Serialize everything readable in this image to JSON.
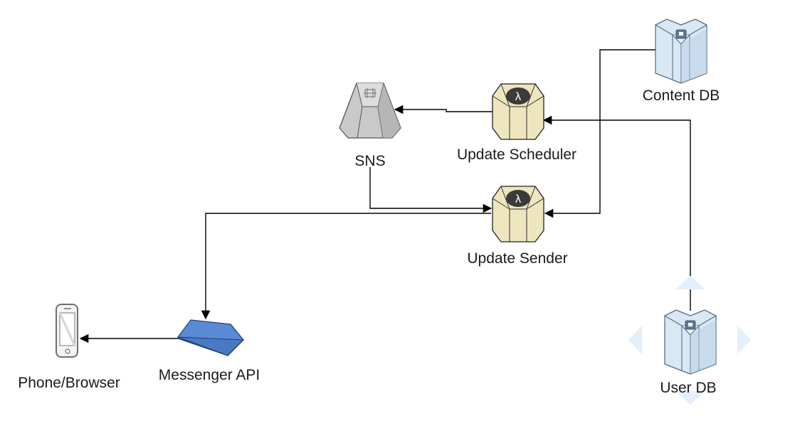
{
  "diagram": {
    "nodes": {
      "content_db": {
        "label": "Content DB",
        "icon": "database-icon"
      },
      "sns": {
        "label": "SNS",
        "icon": "sns-icon"
      },
      "update_scheduler": {
        "label": "Update Scheduler",
        "icon": "lambda-icon"
      },
      "update_sender": {
        "label": "Update Sender",
        "icon": "lambda-icon"
      },
      "messenger_api": {
        "label": "Messenger API",
        "icon": "api-gateway-icon"
      },
      "phone_browser": {
        "label": "Phone/Browser",
        "icon": "mobile-phone-icon"
      },
      "user_db": {
        "label": "User DB",
        "icon": "database-icon"
      }
    },
    "edges": [
      {
        "from": "update_scheduler",
        "to": "sns"
      },
      {
        "from": "sns",
        "to": "update_sender"
      },
      {
        "from": "content_db",
        "to": "update_sender"
      },
      {
        "from": "user_db",
        "to": "update_scheduler"
      },
      {
        "from": "update_sender",
        "to": "messenger_api"
      },
      {
        "from": "messenger_api",
        "to": "phone_browser"
      }
    ],
    "colors": {
      "lambda_fill": "#f2ebc8",
      "lambda_badge": "#3b3b3b",
      "db_fill": "#d8e8f5",
      "db_stroke": "#5c6f80",
      "sns_fill": "#c8c9c8",
      "api_fill": "#4a79c4",
      "phone_stroke": "#6f6f6f",
      "selection_arrows": "#e3effa",
      "edge": "#000000"
    }
  }
}
